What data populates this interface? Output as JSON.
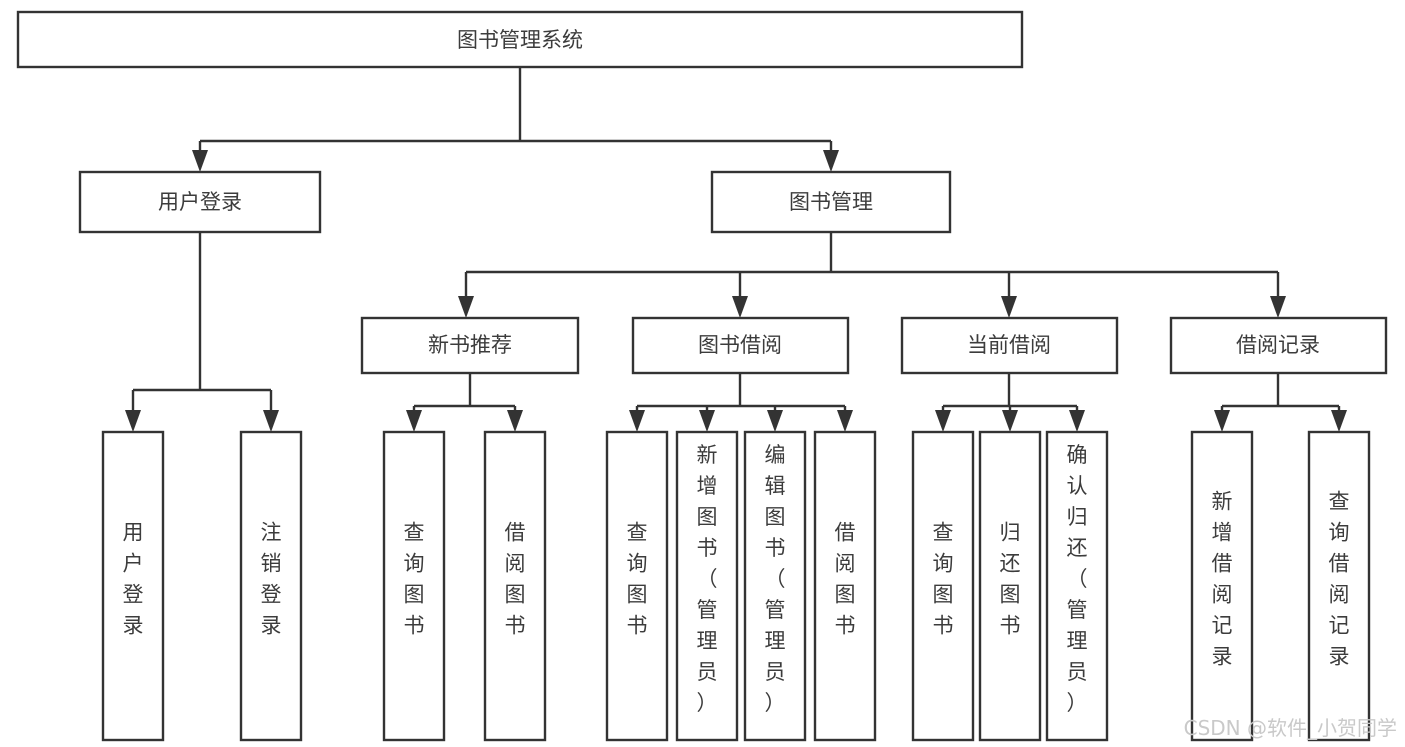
{
  "diagram": {
    "title": "图书管理系统",
    "type": "tree",
    "background_color": "#ffffff",
    "box_fill": "#ffffff",
    "box_stroke": "#333333",
    "text_color": "#3c3c3c",
    "root": {
      "label": "图书管理系统",
      "orientation": "horizontal"
    },
    "level1": [
      {
        "label": "用户登录",
        "orientation": "horizontal"
      },
      {
        "label": "图书管理",
        "orientation": "horizontal"
      }
    ],
    "level2": [
      {
        "label": "新书推荐",
        "orientation": "horizontal"
      },
      {
        "label": "图书借阅",
        "orientation": "horizontal"
      },
      {
        "label": "当前借阅",
        "orientation": "horizontal"
      },
      {
        "label": "借阅记录",
        "orientation": "horizontal"
      }
    ],
    "leaves": {
      "user_login": [
        {
          "label": "用户登录",
          "orientation": "vertical"
        },
        {
          "label": "注销登录",
          "orientation": "vertical"
        }
      ],
      "new_book_recommend": [
        {
          "label": "查询图书",
          "orientation": "vertical"
        },
        {
          "label": "借阅图书",
          "orientation": "vertical"
        }
      ],
      "book_borrow": [
        {
          "label": "查询图书",
          "orientation": "vertical"
        },
        {
          "label": "新增图书（管理员）",
          "orientation": "vertical"
        },
        {
          "label": "编辑图书（管理员）",
          "orientation": "vertical"
        },
        {
          "label": "借阅图书",
          "orientation": "vertical"
        }
      ],
      "current_borrow": [
        {
          "label": "查询图书",
          "orientation": "vertical"
        },
        {
          "label": "归还图书",
          "orientation": "vertical"
        },
        {
          "label": "确认归还（管理员）",
          "orientation": "vertical"
        }
      ],
      "borrow_record": [
        {
          "label": "新增借阅记录",
          "orientation": "vertical"
        },
        {
          "label": "查询借阅记录",
          "orientation": "vertical"
        }
      ]
    }
  },
  "watermark": {
    "text": "CSDN @软件_小贺同学"
  }
}
